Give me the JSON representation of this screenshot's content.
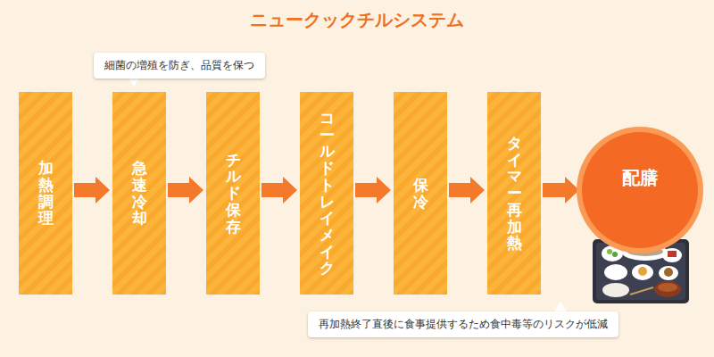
{
  "diagram": {
    "title": "ニュークックチルシステム",
    "nodes": [
      {
        "text": [
          "加熱調理"
        ]
      },
      {
        "text": [
          "急速冷却"
        ]
      },
      {
        "text": [
          "チルド保存"
        ]
      },
      {
        "text": [
          "コールドトレイメイク"
        ]
      },
      {
        "text": [
          "保冷"
        ]
      },
      {
        "text": [
          "タイマー再加熱"
        ]
      },
      {
        "text": [
          "配膳"
        ]
      }
    ],
    "edges": [
      {
        "from": 0,
        "to": 1,
        "arrow": "to"
      },
      {
        "from": 1,
        "to": 2,
        "arrow": "to"
      },
      {
        "from": 2,
        "to": 3,
        "arrow": "to"
      },
      {
        "from": 3,
        "to": 4,
        "arrow": "to"
      },
      {
        "from": 4,
        "to": 5,
        "arrow": "to"
      },
      {
        "from": 5,
        "to": 6,
        "arrow": "to"
      }
    ],
    "labels": [
      "細菌の増殖を防ぎ、品質を保つ",
      "再加熱終了直後に食事提供するため食中毒等のリスクが低減"
    ]
  }
}
